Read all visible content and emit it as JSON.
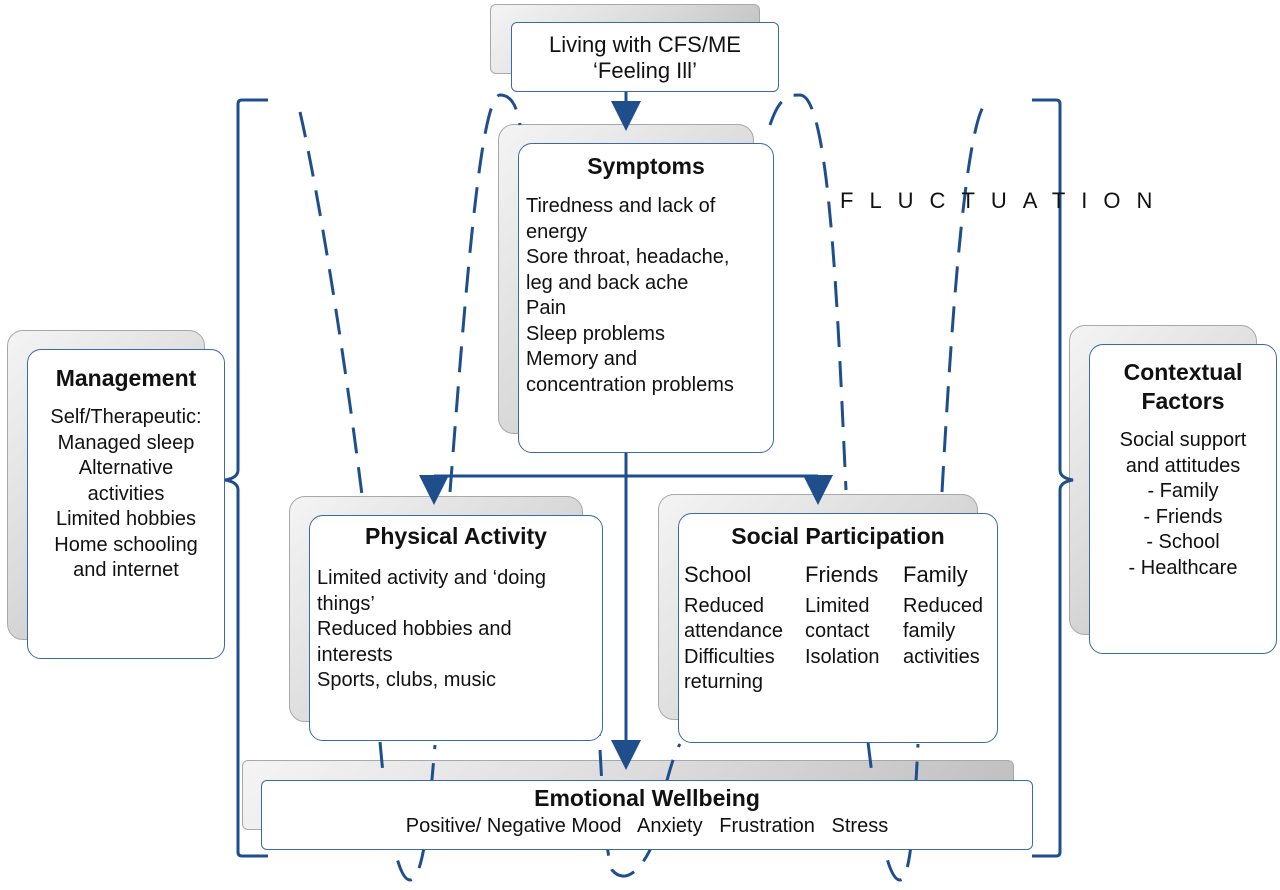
{
  "top": {
    "line1": "Living with CFS/ME",
    "line2": "‘Feeling Ill’"
  },
  "symptoms": {
    "title": "Symptoms",
    "items": [
      "Tiredness and lack of",
      "energy",
      "Sore throat, headache,",
      "leg and back ache",
      "Pain",
      "Sleep problems",
      "Memory and",
      "concentration problems"
    ]
  },
  "fluctuation": "FLUCTUATION",
  "management": {
    "title": "Management",
    "items": [
      "Self/Therapeutic:",
      "Managed sleep",
      "Alternative",
      "activities",
      "Limited hobbies",
      "Home schooling",
      "and internet"
    ]
  },
  "contextual": {
    "title_line1": "Contextual",
    "title_line2": "Factors",
    "items": [
      "Social support",
      "and attitudes",
      "- Family",
      "- Friends",
      "- School",
      "- Healthcare"
    ]
  },
  "physical": {
    "title": "Physical Activity",
    "items": [
      "Limited activity and ‘doing",
      "things’",
      "Reduced hobbies and",
      "interests",
      "Sports, clubs, music"
    ]
  },
  "social": {
    "title": "Social Participation",
    "school": {
      "heading": "School",
      "items": [
        "Reduced",
        "attendance",
        "Difficulties",
        "returning"
      ]
    },
    "friends": {
      "heading": "Friends",
      "items": [
        "Limited",
        "contact",
        "Isolation"
      ]
    },
    "family": {
      "heading": "Family",
      "items": [
        "Reduced",
        "family",
        "activities"
      ]
    }
  },
  "emotional": {
    "title": "Emotional Wellbeing",
    "items": "Positive/ Negative Mood   Anxiety   Frustration   Stress"
  },
  "colors": {
    "border": "#3a6aa6",
    "arrow": "#1f4e8c",
    "shadow": "#c8c8c8"
  }
}
